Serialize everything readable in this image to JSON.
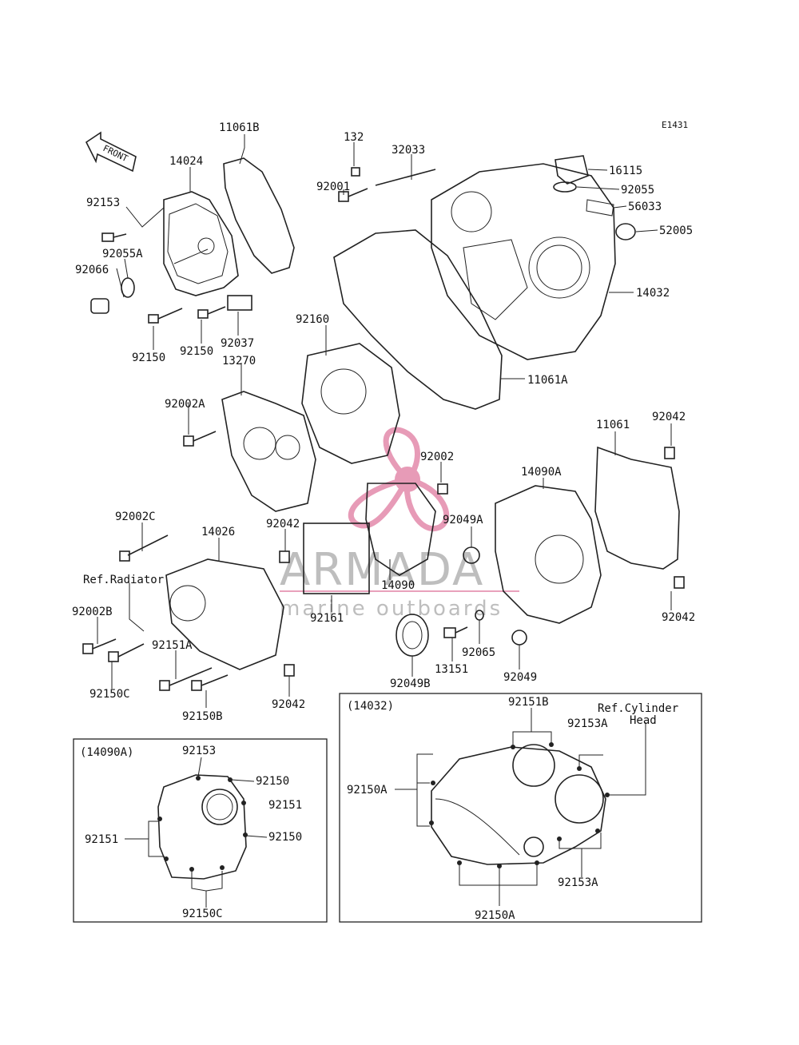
{
  "diagram_code": "E1431",
  "front_label": "FRONT",
  "watermark": {
    "brand": "ARMADA",
    "tagline": "marine outboards",
    "accent_color": "#e07aa0"
  },
  "inset_left": {
    "title": "(14090A)",
    "labels": [
      "92153",
      "92150",
      "92151",
      "92150",
      "92151",
      "92150C"
    ]
  },
  "inset_right": {
    "title": "(14032)",
    "ref_cylinder_head": [
      "Ref.Cylinder",
      "Head"
    ],
    "labels": [
      "92151B",
      "92153A",
      "92150A",
      "92153A",
      "92150A"
    ]
  },
  "labels": [
    {
      "id": "11061B",
      "text": "11061B"
    },
    {
      "id": "14024",
      "text": "14024"
    },
    {
      "id": "92153",
      "text": "92153"
    },
    {
      "id": "92055A",
      "text": "92055A"
    },
    {
      "id": "92066",
      "text": "92066"
    },
    {
      "id": "92150-a",
      "text": "92150"
    },
    {
      "id": "92150-b",
      "text": "92150"
    },
    {
      "id": "92037",
      "text": "92037"
    },
    {
      "id": "132",
      "text": "132"
    },
    {
      "id": "32033",
      "text": "32033"
    },
    {
      "id": "92001",
      "text": "92001"
    },
    {
      "id": "16115",
      "text": "16115"
    },
    {
      "id": "92055",
      "text": "92055"
    },
    {
      "id": "56033",
      "text": "56033"
    },
    {
      "id": "52005",
      "text": "52005"
    },
    {
      "id": "14032",
      "text": "14032"
    },
    {
      "id": "92160",
      "text": "92160"
    },
    {
      "id": "13270",
      "text": "13270"
    },
    {
      "id": "11061A",
      "text": "11061A"
    },
    {
      "id": "92002A",
      "text": "92002A"
    },
    {
      "id": "11061",
      "text": "11061"
    },
    {
      "id": "92042-a",
      "text": "92042"
    },
    {
      "id": "92002",
      "text": "92002"
    },
    {
      "id": "14090A",
      "text": "14090A"
    },
    {
      "id": "92002C",
      "text": "92002C"
    },
    {
      "id": "14026",
      "text": "14026"
    },
    {
      "id": "92042-b",
      "text": "92042"
    },
    {
      "id": "92049A",
      "text": "92049A"
    },
    {
      "id": "ref-radiator",
      "text": "Ref.Radiator"
    },
    {
      "id": "14090",
      "text": "14090"
    },
    {
      "id": "92002B",
      "text": "92002B"
    },
    {
      "id": "92161",
      "text": "92161"
    },
    {
      "id": "92042-c",
      "text": "92042"
    },
    {
      "id": "92151A",
      "text": "92151A"
    },
    {
      "id": "92065",
      "text": "92065"
    },
    {
      "id": "92150C",
      "text": "92150C"
    },
    {
      "id": "13151",
      "text": "13151"
    },
    {
      "id": "92049B",
      "text": "92049B"
    },
    {
      "id": "92049",
      "text": "92049"
    },
    {
      "id": "92150B",
      "text": "92150B"
    },
    {
      "id": "92042-d",
      "text": "92042"
    }
  ]
}
